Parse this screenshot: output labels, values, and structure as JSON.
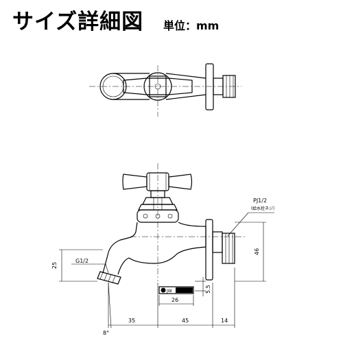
{
  "header": {
    "title": "サイズ詳細図",
    "unit": "単位：mm"
  },
  "labels": {
    "thread_main": "PJ1/2",
    "thread_note": "（給水栓ネジ）",
    "hose_thread": "G1/2",
    "badge_text": "JW"
  },
  "dimensions": {
    "height_25": "25",
    "height_46": "46",
    "spacing_55": "5.5",
    "width_26": "26",
    "length_35": "35",
    "length_45": "45",
    "length_14": "14",
    "angle_8": "8°"
  }
}
